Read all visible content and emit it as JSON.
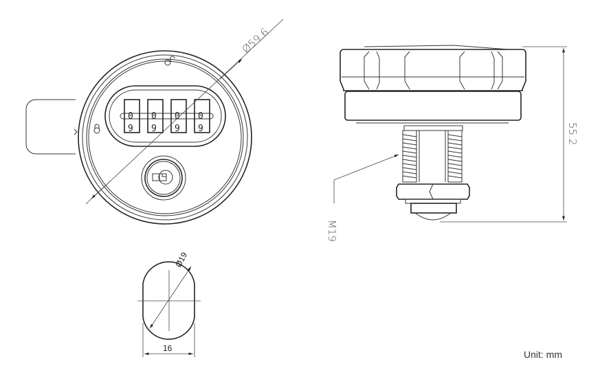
{
  "front_view": {
    "diameter_label": "Ø59.6",
    "dials": [
      {
        "current": "0",
        "next": "9"
      },
      {
        "current": "0",
        "next": "9"
      },
      {
        "current": "0",
        "next": "9"
      },
      {
        "current": "0",
        "next": "9"
      }
    ]
  },
  "side_view": {
    "height_label": "55.2",
    "thread_label": "M19"
  },
  "cam_view": {
    "diameter_label": "Ø19",
    "width_label": "16"
  },
  "unit_label": "Unit: mm"
}
